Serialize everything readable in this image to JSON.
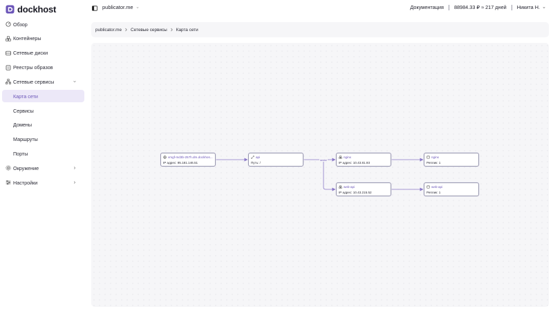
{
  "brand": {
    "name": "dockhost",
    "accent": "#6b55b8"
  },
  "sidebar": {
    "items": [
      {
        "label": "Обзор",
        "icon": "overview-icon"
      },
      {
        "label": "Контейнеры",
        "icon": "containers-icon"
      },
      {
        "label": "Сетевые диски",
        "icon": "disk-icon"
      },
      {
        "label": "Реестры образов",
        "icon": "registry-icon"
      },
      {
        "label": "Сетевые сервисы",
        "icon": "network-icon",
        "expanded": true
      },
      {
        "label": "Карта сети",
        "active": true
      },
      {
        "label": "Сервисы"
      },
      {
        "label": "Домены"
      },
      {
        "label": "Маршруты"
      },
      {
        "label": "Порты"
      },
      {
        "label": "Окружение",
        "icon": "environment-icon"
      },
      {
        "label": "Настройки",
        "icon": "settings-icon"
      }
    ]
  },
  "topbar": {
    "project": "publicator.me",
    "docs": "Документация",
    "balance": "88984.33 ₽ ≈ 217 дней",
    "user": "Никита Н."
  },
  "breadcrumb": [
    "publicator.me",
    "Сетевые сервисы",
    "Карта сети"
  ],
  "network_map": {
    "nodes": [
      {
        "id": "domain",
        "title": "vmgf-md3b-257h.dm.dockhos...",
        "subtitle": "IP адрес: 95.181.146.51",
        "icon": "globe-icon"
      },
      {
        "id": "route",
        "title": "api",
        "subtitle": "Путь: /",
        "icon": "route-icon"
      },
      {
        "id": "svc-nginx",
        "title": "nginx",
        "subtitle": "IP адрес: 10.43.81.93",
        "icon": "service-icon"
      },
      {
        "id": "ctr-nginx",
        "title": "nginx",
        "subtitle": "Реплик: 1",
        "icon": "container-icon"
      },
      {
        "id": "svc-webapi",
        "title": "web-api",
        "subtitle": "IP адрес: 10.43.215.52",
        "icon": "service-icon"
      },
      {
        "id": "ctr-webapi",
        "title": "web-api",
        "subtitle": "Реплик: 1",
        "icon": "container-icon"
      }
    ],
    "edge_label": "sector"
  }
}
